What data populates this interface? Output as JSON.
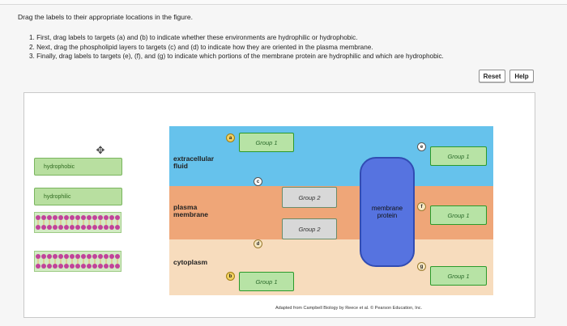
{
  "instructions": {
    "title": "Drag the labels to their appropriate locations in the figure.",
    "steps": [
      "1. First, drag labels to targets (a) and (b) to indicate whether these environments are hydrophilic or hydrophobic.",
      "2. Next, drag the phospholipid layers to targets (c) and (d) to indicate how they are oriented in the plasma membrane.",
      "3. Finally, drag labels to targets (e), (f), and (g) to indicate which portions of the membrane protein are hydrophilic and which are hydrophobic."
    ]
  },
  "buttons": {
    "reset": "Reset",
    "help": "Help"
  },
  "labels": {
    "hydrophobic": "hydrophobic",
    "hydrophilic": "hydrophilic"
  },
  "icons": {
    "move": "move-icon"
  },
  "diagram": {
    "extracellular": "extracellular fluid",
    "plasma_membrane": "plasma membrane",
    "cytoplasm": "cytoplasm",
    "membrane_protein": "membrane protein",
    "markers": [
      "a",
      "b",
      "c",
      "d",
      "e",
      "f",
      "g"
    ],
    "targets": {
      "a": "Group 1",
      "b": "Group 1",
      "c": "Group 2",
      "d": "Group 2",
      "e": "Group 1",
      "f": "Group 1",
      "g": "Group 1"
    }
  },
  "caption": "Adapted from Campbell Biology by Reece et al. © Pearson Education, Inc.",
  "colors": {
    "extracellular": "#66c2ec",
    "membrane": "#efa678",
    "cytoplasm": "#f7dcbd",
    "protein": "#5673e0",
    "target_border": "#2b9a2b",
    "label_bg": "#b8dfa0"
  }
}
